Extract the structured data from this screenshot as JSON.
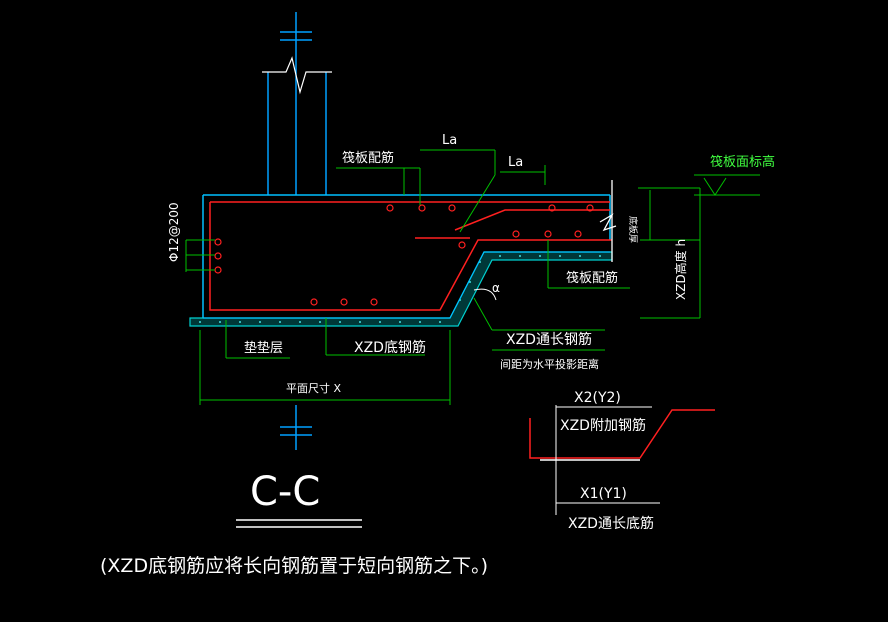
{
  "drawing": {
    "background": "#000000",
    "colors": {
      "text": "#ffffff",
      "dimension": "#00c0ff",
      "rebar": "#ff2020",
      "cushion": "#00c8c8",
      "leader": "#00c000",
      "column": "#00c0ff",
      "annotation_green": "#40ff40",
      "outline": "#ffffff",
      "pad_text": "#40ff40"
    },
    "labels": {
      "raft_rebar_top": "筏板配筋",
      "la_1": "La",
      "la_2": "La",
      "raft_top_elev": "筏板面标高",
      "raft_bottom_label": "底板厚",
      "xzd_depth": "XZD高度 h",
      "raft_rebar_right": "筏板配筋",
      "angle": "α",
      "xzd_long_bar": "XZD通长钢筋",
      "spacing_note": "间距为水平投影距离",
      "cushion": "垫垫层",
      "xzd_bottom_bar": "XZD底钢筋",
      "plan_size": "平面尺寸 X",
      "side_bar": "Φ12@200",
      "x2": "X2(Y2)",
      "xzd_extra_bar": "XZD附加钢筋",
      "x1": "X1(Y1)",
      "xzd_long_bottom": "XZD通长底筋",
      "section_title": "C-C",
      "footnote": "(XZD底钢筋应将长向钢筋置于短向钢筋之下。)"
    }
  }
}
